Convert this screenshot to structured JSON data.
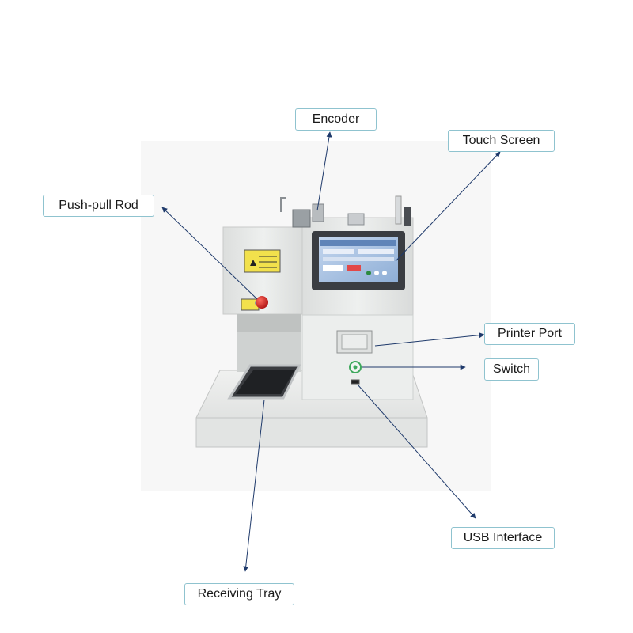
{
  "labels": {
    "encoder": "Encoder",
    "touch_screen": "Touch Screen",
    "push_pull_rod": "Push-pull Rod",
    "printer_port": "Printer Port",
    "switch": "Switch",
    "usb_interface": "USB Interface",
    "receiving_tray": "Receiving Tray"
  },
  "colors": {
    "label_border": "#8fc3cf",
    "arrow": "#1f3a6b",
    "machine_body": "#e9ebea",
    "screen_bezel": "#3a3d42",
    "screen_display": "#9bb8dc",
    "knob": "#d51f1f"
  }
}
